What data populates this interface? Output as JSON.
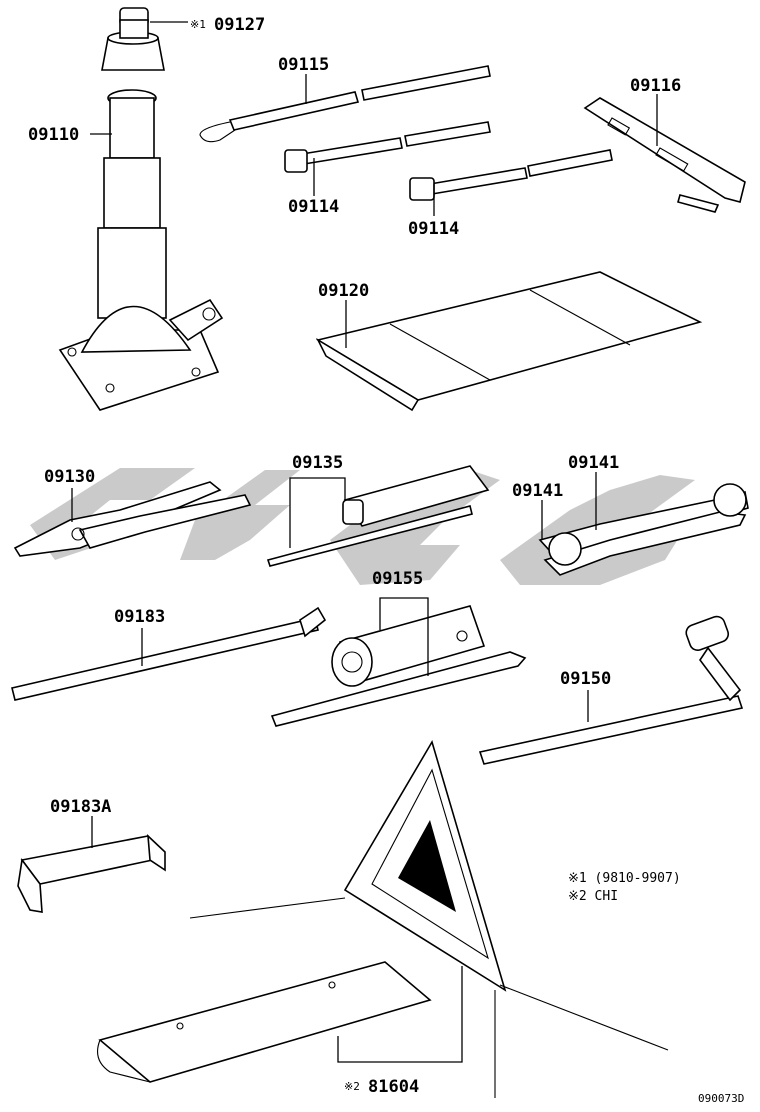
{
  "parts": {
    "p09127": {
      "mark": "※1",
      "number": "09127"
    },
    "p09115": "09115",
    "p09116": "09116",
    "p09110": "09110",
    "p09114a": "09114",
    "p09114b": "09114",
    "p09120": "09120",
    "p09130": "09130",
    "p09135": "09135",
    "p09141a": "09141",
    "p09141b": "09141",
    "p09155": "09155",
    "p09183": "09183",
    "p09150": "09150",
    "p09183A": "09183A",
    "p81604": {
      "mark": "※2",
      "number": "81604"
    }
  },
  "notes": {
    "note1": "※1 (9810-9907)",
    "note2": "※2 CHI"
  },
  "drawing_code": "090073D",
  "colors": {
    "line": "#000000",
    "watermark": "#b8b8b8"
  }
}
